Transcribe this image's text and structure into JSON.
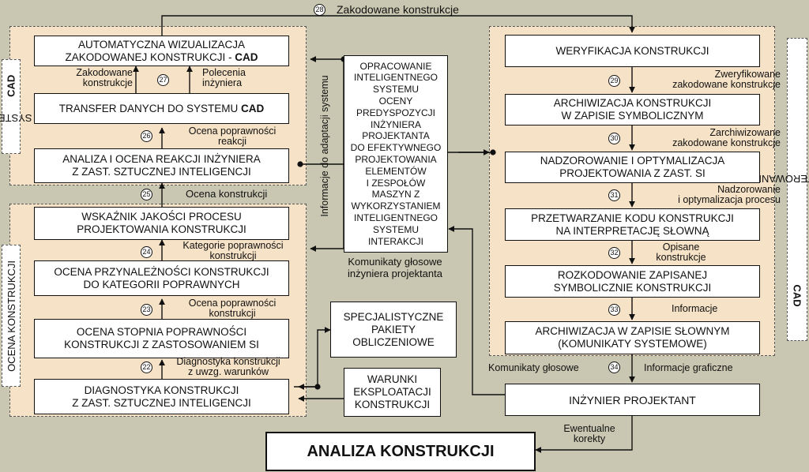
{
  "panels": {
    "system_cad": {
      "label_prefix": "SYSTEM ",
      "label_bold": "CAD"
    },
    "ocena": {
      "label": "OCENA KONSTRUKCJI"
    },
    "wizualizacje": {
      "label_prefix": "WIZUALIZACJE I STEROWANIE SYSTEMEM ",
      "label_bold": "CAD"
    }
  },
  "boxes": {
    "automatyczna": {
      "line1": "AUTOMATYCZNA WIZUALIZACJA",
      "line2_prefix": "ZAKODOWANEJ KONSTRUKCJI - ",
      "line2_bold": "CAD"
    },
    "transfer": {
      "prefix": "TRANSFER DANYCH DO SYSTEMU ",
      "bold": "CAD"
    },
    "analiza_reakcji": "ANALIZA I OCENA REAKCJI INŻYNIERA\nZ ZAST. SZTUCZNEJ INTELIGENCJI",
    "wskaznik": "WSKAŹNIK JAKOŚCI PROCESU\nPROJEKTOWANIA KONSTRUKCJI",
    "przynaleznosc": "OCENA PRZYNALEŻNOŚCI KONSTRUKCJI\nDO KATEGORII POPRAWNYCH",
    "stopnia": "OCENA STOPNIA POPRAWNOŚCI\nKONSTRUKCJI Z ZASTOSOWANIEM SI",
    "diagnostyka": "DIAGNOSTYKA KONSTRUKCJI\nZ ZAST. SZTUCZNEJ INTELIGENCJI",
    "center": "OPRACOWANIE\nINTELIGENTNEGO\nSYSTEMU\nOCENY\nPREDYSPOZYCJI\nINŻYNIERA\nPROJEKTANTA\nDO EFEKTYWNEGO\nPROJEKTOWANIA\nELEMENTÓW\nI ZESPOŁÓW\nMASZYN Z\nWYKORZYSTANIEM\nINTELIGENTNEGO\nSYSTEMU\nINTERAKCJI",
    "pakiety": "SPECJALISTYCZNE\nPAKIETY\nOBLICZENIOWE",
    "warunki": "WARUNKI\nEKSPLOATACJI\nKONSTRUKCJI",
    "weryfikacja": "WERYFIKACJA KONSTRUKCJI",
    "archiwizacja_symb": "ARCHIWIZACJA KONSTRUKCJI\nW ZAPISIE SYMBOLICZNYM",
    "nadzorowanie": "NADZOROWANIE I OPTYMALIZACJA\nPROJEKTOWANIA Z ZAST. SI",
    "przetwarzanie": "PRZETWARZANIE KODU KONSTRUKCJI\nNA INTERPRETACJĘ SŁOWNĄ",
    "rozkodowanie": "ROZKODOWANIE ZAPISANEJ\nSYMBOLICZNIE KONSTRUKCJI",
    "archiwizacja_slow": "ARCHIWIZACJA W ZAPISIE SŁOWNYM\n(KOMUNIKATY SYSTEMOWE)",
    "inzynier": "INŻYNIER PROJEKTANT",
    "analiza_konstrukcji": "ANALIZA KONSTRUKCJI"
  },
  "numbers": [
    "22",
    "23",
    "24",
    "25",
    "26",
    "27",
    "28",
    "29",
    "30",
    "31",
    "32",
    "33",
    "34"
  ],
  "labels": {
    "l28": "Zakodowane konstrukcje",
    "l27a": "Zakodowane\nkonstrukcje",
    "l27b": "Polecenia\ninżyniera",
    "l26": "Ocena poprawności\nreakcji",
    "l25": "Ocena konstrukcji",
    "l24": "Kategorie poprawności\nkonstrukcji",
    "l23": "Ocena poprawności\nkonstrukcji",
    "l22": "Diagnostyka konstrukcji\nz uwzg. warunków",
    "adaptacja": "Informacje do adaptacji systemu",
    "komunikaty_inz": "Komunikaty głosowe\ninżyniera projektanta",
    "l29": "Zweryfikowane\nzakodowane konstrukcje",
    "l30": "Zarchiwizowane\nzakodowane konstrukcje",
    "l31": "Nadzorowanie\ni optymalizacja procesu",
    "l32": "Opisane\nkonstrukcje",
    "l33": "Informacje",
    "kom_glosowe": "Komunikaty głosowe",
    "l34": "Informacje graficzne",
    "ewentualne": "Ewentualne\nkorekty"
  }
}
